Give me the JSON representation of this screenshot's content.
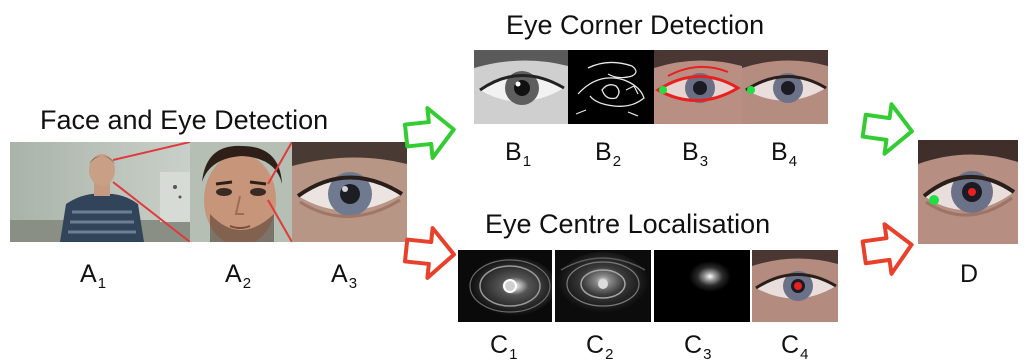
{
  "sections": {
    "face_eye": {
      "title": "Face and Eye Detection"
    },
    "eye_corner": {
      "title": "Eye Corner Detection"
    },
    "eye_centre": {
      "title": "Eye Centre Localisation"
    }
  },
  "labels": {
    "a1": {
      "letter": "A",
      "sub": "1"
    },
    "a2": {
      "letter": "A",
      "sub": "2"
    },
    "a3": {
      "letter": "A",
      "sub": "3"
    },
    "b1": {
      "letter": "B",
      "sub": "1"
    },
    "b2": {
      "letter": "B",
      "sub": "2"
    },
    "b3": {
      "letter": "B",
      "sub": "3"
    },
    "b4": {
      "letter": "B",
      "sub": "4"
    },
    "c1": {
      "letter": "C",
      "sub": "1"
    },
    "c2": {
      "letter": "C",
      "sub": "2"
    },
    "c3": {
      "letter": "C",
      "sub": "3"
    },
    "c4": {
      "letter": "C",
      "sub": "4"
    },
    "d": {
      "letter": "D",
      "sub": ""
    }
  },
  "colors": {
    "corner_arrow": "#33cc33",
    "centre_arrow": "#e8402a",
    "zoom_line": "#e03a3a",
    "corner_marker": "#22dd44",
    "centre_marker": "#e82020"
  },
  "icons": {
    "corner_arrow": "hollow-right-arrow",
    "centre_arrow": "hollow-right-arrow"
  }
}
